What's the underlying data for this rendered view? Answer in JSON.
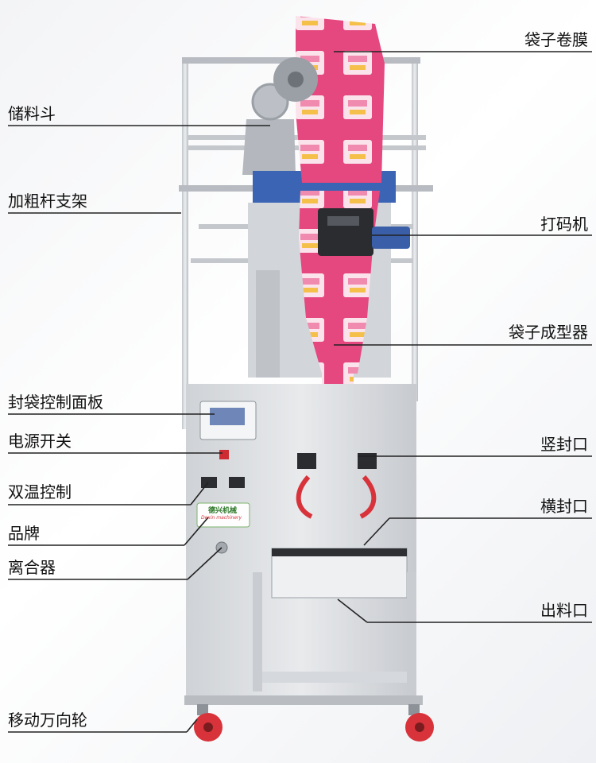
{
  "labels": {
    "bag_film_roll": "袋子卷膜",
    "storage_hopper": "储料斗",
    "thick_rod_frame": "加粗杆支架",
    "date_coder": "打码机",
    "bag_former": "袋子成型器",
    "bag_sealing_control_panel": "封袋控制面板",
    "power_switch": "电源开关",
    "vertical_sealer": "竖封口",
    "dual_temp_control": "双温控制",
    "horizontal_sealer": "横封口",
    "brand": "品牌",
    "clutch": "离合器",
    "discharge_outlet": "出料口",
    "swivel_casters": "移动万向轮"
  },
  "brand_badge": {
    "name": "德兴机械",
    "slogan": "Dexin machinery"
  },
  "colors": {
    "film": "#e5477f",
    "frame": "#c9ccd1",
    "cabinet": "#dadde1",
    "caster": "#d8333a",
    "hopper_blue": "#3b64b5"
  }
}
